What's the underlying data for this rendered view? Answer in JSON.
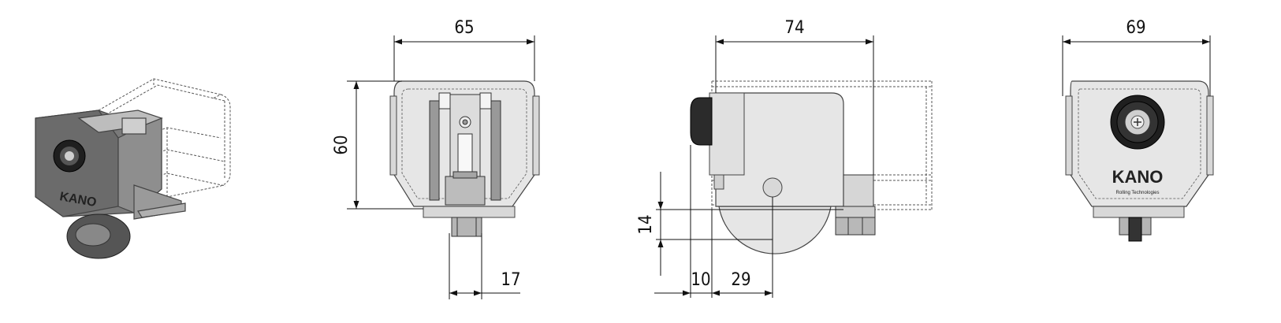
{
  "drawing": {
    "views": [
      {
        "id": "iso",
        "name": "isometric-view"
      },
      {
        "id": "front",
        "name": "front-view"
      },
      {
        "id": "side",
        "name": "side-view"
      },
      {
        "id": "rear",
        "name": "rear-view"
      }
    ],
    "dimensions": {
      "front_width": "65",
      "front_height": "60",
      "front_shaft": "17",
      "side_length": "74",
      "side_offset": "14",
      "side_a": "10",
      "side_b": "29",
      "rear_width": "69"
    },
    "brand": {
      "logo": "KANO",
      "tagline": "Rolling Technologies"
    },
    "colors": {
      "body_fill": "#e6e6e6",
      "body_stroke": "#444444",
      "dark_fill": "#2b2b2b",
      "dim_line": "#111111",
      "hidden_line": "#555555"
    }
  }
}
